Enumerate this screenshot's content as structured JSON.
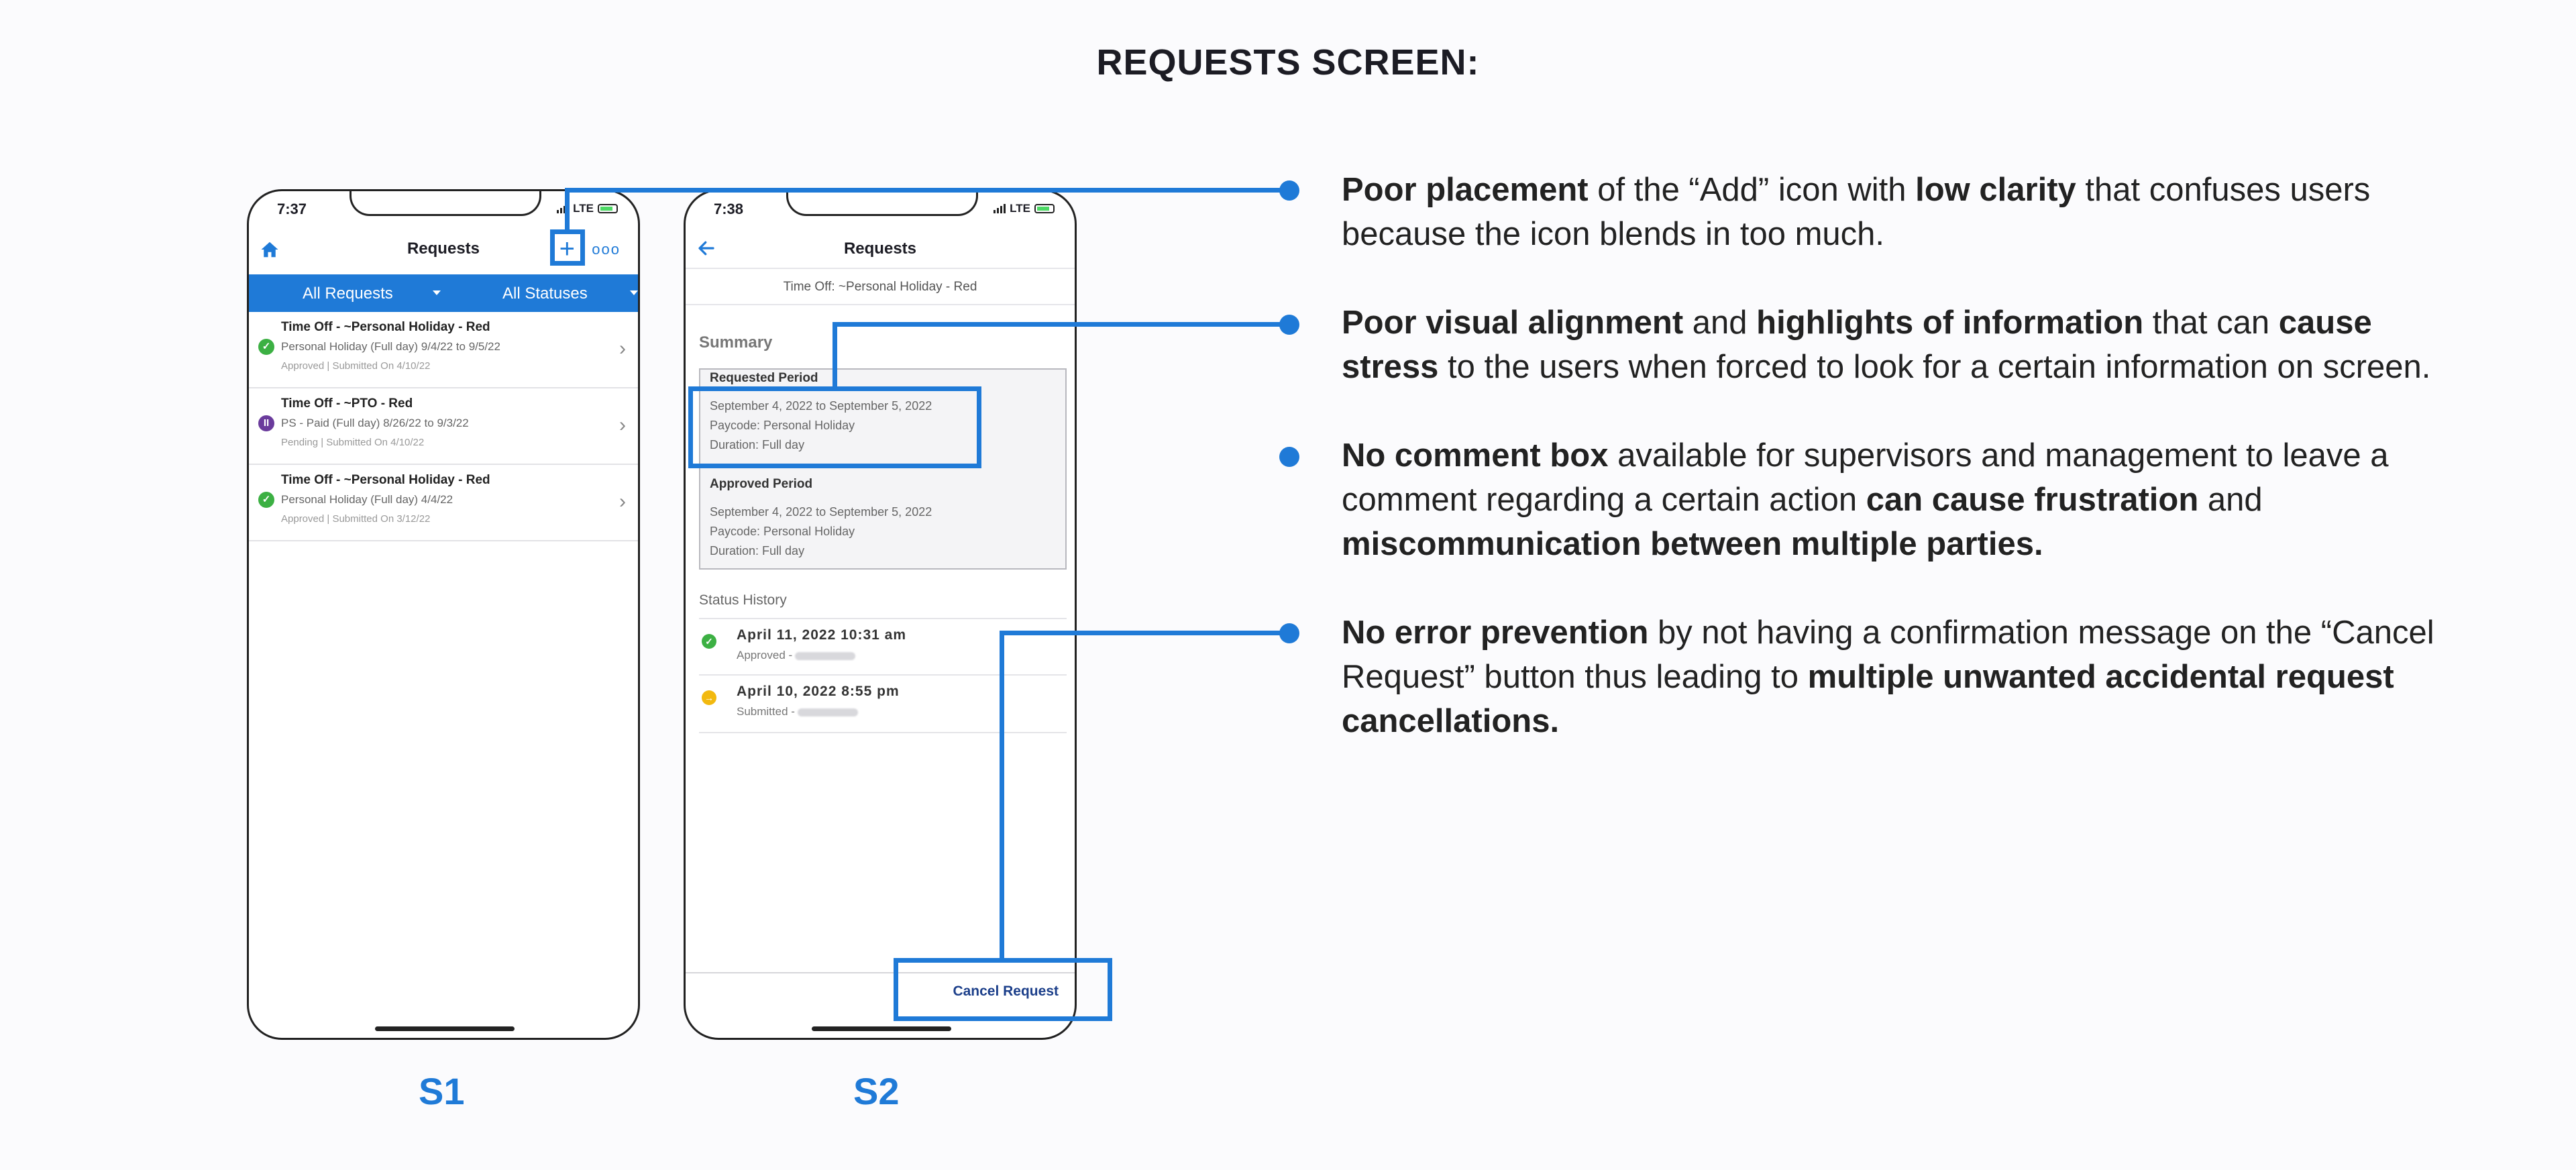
{
  "page": {
    "title": "REQUESTS SCREEN:"
  },
  "colors": {
    "accent": "#1f7ad7",
    "approved": "#3cb043",
    "pending": "#6a3b9c",
    "submitted": "#f2b90f"
  },
  "screen1": {
    "label": "S1",
    "status_time": "7:37",
    "network": "LTE",
    "nav_title": "Requests",
    "icons": {
      "home": "home-icon",
      "add": "plus-icon",
      "more": "more-dots-icon"
    },
    "plus_glyph": "+",
    "more_glyph": "ooo",
    "filters": [
      "All Requests",
      "All Statuses"
    ],
    "requests": [
      {
        "title": "Time Off - ~Personal Holiday - Red",
        "detail": "Personal Holiday (Full day) 9/4/22 to 9/5/22",
        "status": "Approved",
        "submitted": "Submitted On 4/10/22",
        "icon": "check-circle-icon"
      },
      {
        "title": "Time Off - ~PTO - Red",
        "detail": "PS - Paid (Full day) 8/26/22 to 9/3/22",
        "status": "Pending",
        "submitted": "Submitted On 4/10/22",
        "icon": "pause-circle-icon"
      },
      {
        "title": "Time Off - ~Personal Holiday - Red",
        "detail": "Personal Holiday (Full day) 4/4/22",
        "status": "Approved",
        "submitted": "Submitted On 3/12/22",
        "icon": "check-circle-icon"
      }
    ]
  },
  "screen2": {
    "label": "S2",
    "status_time": "7:38",
    "network": "LTE",
    "nav_title": "Requests",
    "subheader": "Time Off: ~Personal Holiday - Red",
    "summary_label": "Summary",
    "requested_period": {
      "heading": "Requested Period",
      "dates": "September 4, 2022 to September 5, 2022",
      "paycode": "Paycode: Personal Holiday",
      "duration": "Duration: Full day"
    },
    "approved_period": {
      "heading": "Approved Period",
      "dates": "September 4, 2022 to September 5, 2022",
      "paycode": "Paycode: Personal Holiday",
      "duration": "Duration: Full day"
    },
    "status_history_label": "Status History",
    "history": [
      {
        "date": "April 11, 2022 10:31 am",
        "action": "Approved -",
        "icon": "check-circle-icon"
      },
      {
        "date": "April 10, 2022 8:55 pm",
        "action": "Submitted -",
        "icon": "arrow-circle-icon"
      }
    ],
    "cancel_button": "Cancel Request"
  },
  "notes": [
    {
      "segments": [
        [
          "b",
          "Poor placement"
        ],
        [
          "t",
          " of the “Add” icon with "
        ],
        [
          "b",
          "low clarity"
        ],
        [
          "t",
          " that confuses users because the icon blends in too much."
        ]
      ]
    },
    {
      "segments": [
        [
          "b",
          "Poor visual alignment"
        ],
        [
          "t",
          " and "
        ],
        [
          "b",
          "highlights of information"
        ],
        [
          "t",
          " that can "
        ],
        [
          "b",
          "cause stress"
        ],
        [
          "t",
          " to the users when forced to look for a certain information on screen."
        ]
      ]
    },
    {
      "segments": [
        [
          "b",
          "No comment box"
        ],
        [
          "t",
          " available for supervisors and management to leave a comment regarding a certain action "
        ],
        [
          "b",
          "can cause frustration"
        ],
        [
          "t",
          " and "
        ],
        [
          "b",
          "miscommunication between multiple parties."
        ]
      ]
    },
    {
      "segments": [
        [
          "b",
          "No error prevention"
        ],
        [
          "t",
          " by not having a confirmation message on the “Cancel Request” button thus leading to "
        ],
        [
          "b",
          "multiple unwanted accidental request cancellations."
        ]
      ]
    }
  ]
}
